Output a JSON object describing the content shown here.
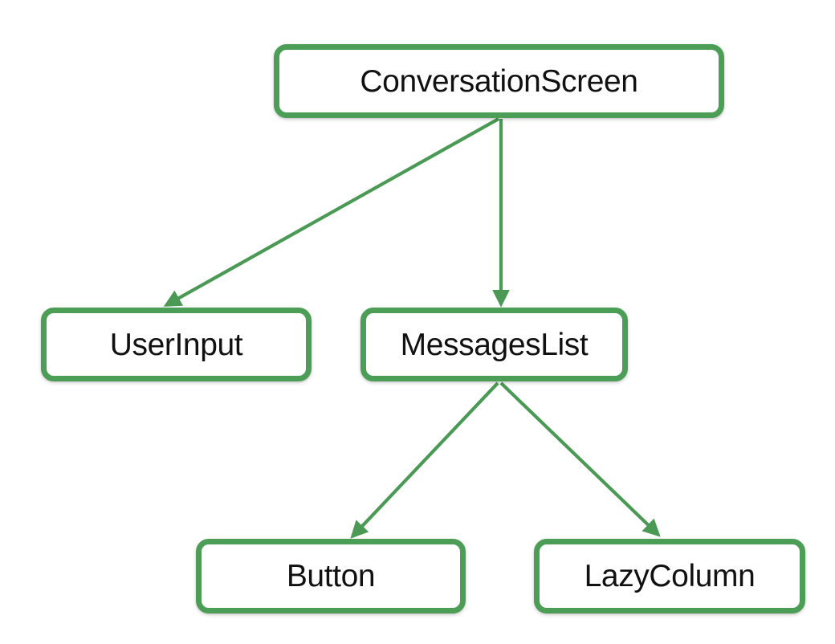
{
  "diagram": {
    "type": "component-hierarchy-tree",
    "background_color": "#ffffff",
    "node_fill_color": "#ffffff",
    "node_border_color": "#4c9e57",
    "edge_color": "#4a9a55",
    "label_color": "#111111",
    "nodes": [
      {
        "id": "conversationscreen",
        "label": "ConversationScreen",
        "level": 0
      },
      {
        "id": "userinput",
        "label": "UserInput",
        "level": 1
      },
      {
        "id": "messageslist",
        "label": "MessagesList",
        "level": 1
      },
      {
        "id": "button",
        "label": "Button",
        "level": 2
      },
      {
        "id": "lazycolumn",
        "label": "LazyColumn",
        "level": 2
      }
    ],
    "edges": [
      {
        "id": "edge-conversationscreen-userinput",
        "from": "ConversationScreen",
        "to": "UserInput",
        "arrow": "to"
      },
      {
        "id": "edge-conversationscreen-messageslist",
        "from": "ConversationScreen",
        "to": "MessagesList",
        "arrow": "to"
      },
      {
        "id": "edge-messageslist-button",
        "from": "MessagesList",
        "to": "Button",
        "arrow": "to"
      },
      {
        "id": "edge-messageslist-lazycolumn",
        "from": "MessagesList",
        "to": "LazyColumn",
        "arrow": "to"
      }
    ]
  }
}
